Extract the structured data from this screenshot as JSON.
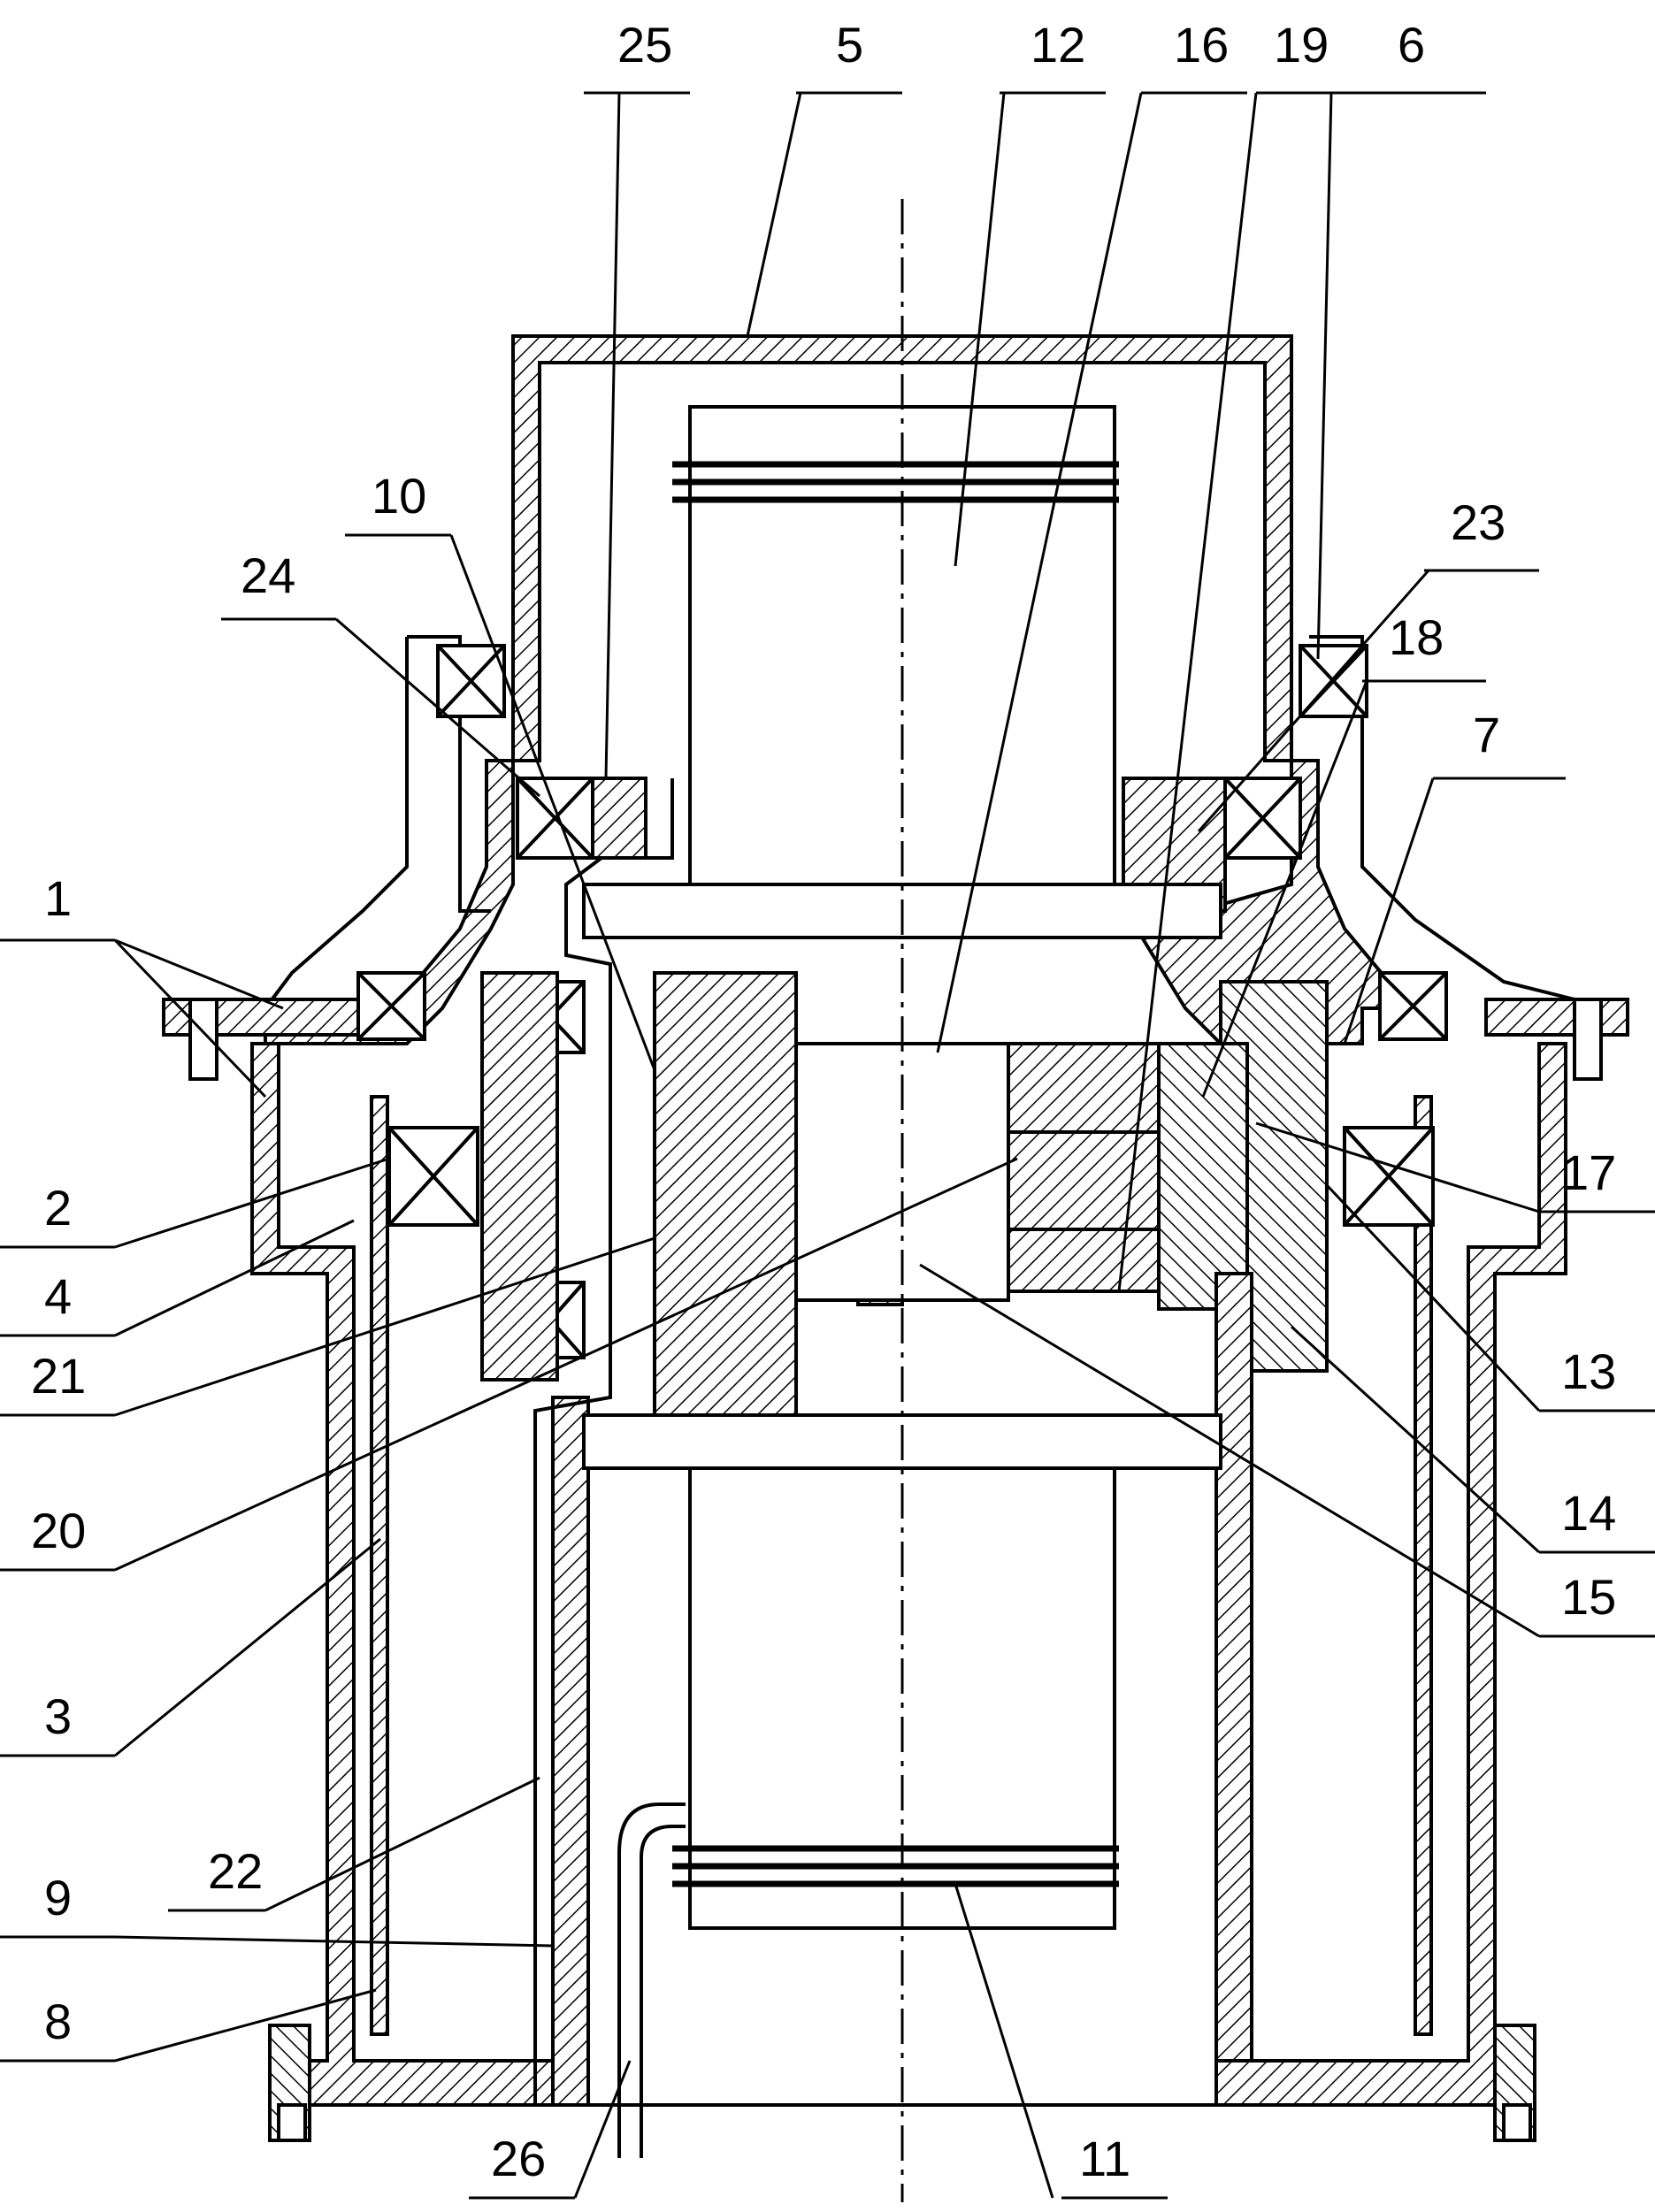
{
  "figure": {
    "ink_color": "#000000",
    "paper_color": "#ffffff",
    "hatch_pattern": "diagonal-45",
    "labels": [
      {
        "id": "25",
        "text": "25"
      },
      {
        "id": "5",
        "text": "5"
      },
      {
        "id": "12",
        "text": "12"
      },
      {
        "id": "16",
        "text": "16"
      },
      {
        "id": "19",
        "text": "19"
      },
      {
        "id": "6",
        "text": "6"
      },
      {
        "id": "10",
        "text": "10"
      },
      {
        "id": "24",
        "text": "24"
      },
      {
        "id": "23",
        "text": "23"
      },
      {
        "id": "18",
        "text": "18"
      },
      {
        "id": "7",
        "text": "7"
      },
      {
        "id": "1",
        "text": "1"
      },
      {
        "id": "2",
        "text": "2"
      },
      {
        "id": "4",
        "text": "4"
      },
      {
        "id": "21",
        "text": "21"
      },
      {
        "id": "20",
        "text": "20"
      },
      {
        "id": "3",
        "text": "3"
      },
      {
        "id": "22",
        "text": "22"
      },
      {
        "id": "9",
        "text": "9"
      },
      {
        "id": "8",
        "text": "8"
      },
      {
        "id": "26",
        "text": "26"
      },
      {
        "id": "11",
        "text": "11"
      },
      {
        "id": "17",
        "text": "17"
      },
      {
        "id": "13",
        "text": "13"
      },
      {
        "id": "14",
        "text": "14"
      },
      {
        "id": "15",
        "text": "15"
      }
    ]
  }
}
